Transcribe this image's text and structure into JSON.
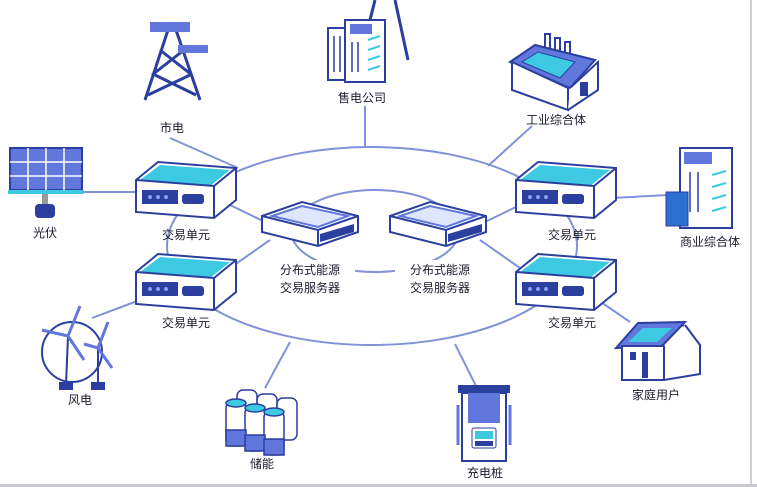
{
  "title": "分布式能源交易网络",
  "colors": {
    "dark": "#2b3f9f",
    "mid": "#6177dc",
    "cyan": "#3ec9e2",
    "line": "#8093d8"
  },
  "nodes": {
    "city_grid": "市电",
    "power_retailer": "售电公司",
    "industrial_complex": "工业综合体",
    "photovoltaic": "光伏",
    "commercial_complex": "商业综合体",
    "wind_power": "风电",
    "energy_storage": "储能",
    "charging_pile": "充电桩",
    "household_user": "家庭用户"
  },
  "trading_unit_label": "交易单元",
  "trading_units": [
    "交易单元",
    "交易单元",
    "交易单元",
    "交易单元"
  ],
  "servers": [
    {
      "line1": "分布式能源",
      "line2": "交易服务器"
    },
    {
      "line1": "分布式能源",
      "line2": "交易服务器"
    }
  ]
}
